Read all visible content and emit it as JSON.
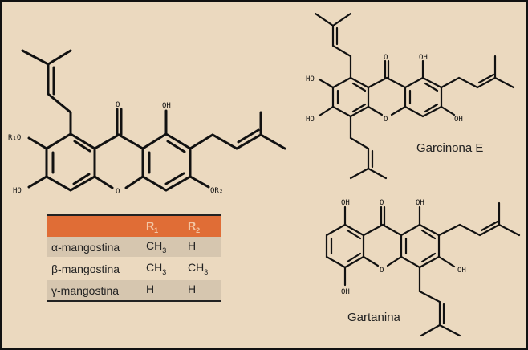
{
  "labels": {
    "garcinona": "Garcinona E",
    "gartanina": "Gartanina"
  },
  "atoms": {
    "o": "O",
    "oh": "OH",
    "ho": "HO",
    "r1o": "R₁O",
    "or2": "OR₂"
  },
  "table": {
    "headers": [
      "",
      "R",
      "1",
      "R",
      "2"
    ],
    "rows": [
      {
        "name": "α-mangostina",
        "r1": "CH",
        "r1sub": "3",
        "r2": "H",
        "r2sub": ""
      },
      {
        "name": "β-mangostina",
        "r1": "CH",
        "r1sub": "3",
        "r2": "CH",
        "r2sub": "3"
      },
      {
        "name": "γ-mangostina",
        "r1": "H",
        "r1sub": "",
        "r2": "H",
        "r2sub": ""
      }
    ]
  },
  "colors": {
    "background": "#ebd9bf",
    "header": "#e06d36",
    "row_alt": "#d6c6af"
  }
}
